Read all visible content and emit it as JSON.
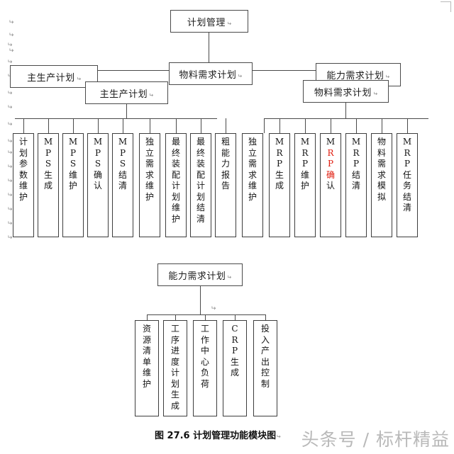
{
  "document": {
    "caption": "图 27.6  计划管理功能模块图",
    "paragraph_mark": "↵",
    "watermark": "头条号 / 标杆精益"
  },
  "diagram": {
    "root": {
      "label": "计划管理"
    },
    "level2": [
      {
        "label": "主生产计划"
      },
      {
        "label": "物料需求计划"
      },
      {
        "label": "能力需求计划"
      }
    ],
    "overlay_boxes": [
      {
        "label": "主生产计划"
      },
      {
        "label": "物料需求计划"
      }
    ],
    "mps_children": [
      {
        "chars": [
          "计",
          "划",
          "参",
          "数",
          "维",
          "护"
        ],
        "colors": [
          "#141414",
          "#141414",
          "#141414",
          "#141414",
          "#141414",
          "#141414"
        ]
      },
      {
        "chars": [
          "M",
          "P",
          "S",
          "生",
          "成"
        ],
        "colors": [
          "#141414",
          "#141414",
          "#141414",
          "#141414",
          "#141414"
        ]
      },
      {
        "chars": [
          "M",
          "P",
          "S",
          "维",
          "护"
        ],
        "colors": [
          "#141414",
          "#141414",
          "#141414",
          "#141414",
          "#141414"
        ]
      },
      {
        "chars": [
          "M",
          "P",
          "S",
          "确",
          "认"
        ],
        "colors": [
          "#141414",
          "#141414",
          "#141414",
          "#141414",
          "#141414"
        ]
      },
      {
        "chars": [
          "M",
          "P",
          "S",
          "结",
          "清"
        ],
        "colors": [
          "#141414",
          "#141414",
          "#141414",
          "#141414",
          "#141414"
        ]
      },
      {
        "chars": [
          "独",
          "立",
          "需",
          "求",
          "维",
          "护"
        ],
        "colors": [
          "#141414",
          "#141414",
          "#141414",
          "#141414",
          "#141414",
          "#141414"
        ]
      },
      {
        "chars": [
          "最",
          "终",
          "装",
          "配",
          "计",
          "划",
          "维",
          "护"
        ],
        "colors": [
          "#141414",
          "#141414",
          "#141414",
          "#141414",
          "#141414",
          "#141414",
          "#141414",
          "#141414"
        ]
      },
      {
        "chars": [
          "最",
          "终",
          "装",
          "配",
          "计",
          "划",
          "结",
          "清"
        ],
        "colors": [
          "#141414",
          "#141414",
          "#141414",
          "#141414",
          "#141414",
          "#141414",
          "#141414",
          "#141414"
        ]
      },
      {
        "chars": [
          "粗",
          "能",
          "力",
          "报",
          "告"
        ],
        "colors": [
          "#141414",
          "#141414",
          "#141414",
          "#141414",
          "#141414"
        ]
      }
    ],
    "mrp_children": [
      {
        "chars": [
          "独",
          "立",
          "需",
          "求",
          "维",
          "护"
        ],
        "colors": [
          "#141414",
          "#141414",
          "#141414",
          "#141414",
          "#141414",
          "#141414"
        ]
      },
      {
        "chars": [
          "M",
          "R",
          "P",
          "生",
          "成"
        ],
        "colors": [
          "#141414",
          "#141414",
          "#141414",
          "#141414",
          "#141414"
        ]
      },
      {
        "chars": [
          "M",
          "R",
          "P",
          "维",
          "护"
        ],
        "colors": [
          "#141414",
          "#141414",
          "#141414",
          "#141414",
          "#141414"
        ]
      },
      {
        "chars": [
          "M",
          "R",
          "P",
          "确",
          "认"
        ],
        "colors": [
          "#141414",
          "#e01b0d",
          "#e01b0d",
          "#e01b0d",
          "#141414"
        ]
      },
      {
        "chars": [
          "M",
          "R",
          "P",
          "结",
          "清"
        ],
        "colors": [
          "#141414",
          "#141414",
          "#141414",
          "#141414",
          "#141414"
        ]
      },
      {
        "chars": [
          "物",
          "料",
          "需",
          "求",
          "模",
          "拟"
        ],
        "colors": [
          "#141414",
          "#141414",
          "#141414",
          "#141414",
          "#141414",
          "#141414"
        ]
      },
      {
        "chars": [
          "M",
          "R",
          "P",
          "任",
          "务",
          "结",
          "清"
        ],
        "colors": [
          "#141414",
          "#141414",
          "#141414",
          "#141414",
          "#141414",
          "#141414",
          "#141414"
        ]
      }
    ],
    "crp_root": {
      "label": "能力需求计划"
    },
    "crp_children": [
      {
        "chars": [
          "资",
          "源",
          "清",
          "单",
          "维",
          "护"
        ],
        "colors": [
          "#141414",
          "#141414",
          "#141414",
          "#141414",
          "#141414",
          "#141414"
        ]
      },
      {
        "chars": [
          "工",
          "序",
          "进",
          "度",
          "计",
          "划",
          "生",
          "成"
        ],
        "colors": [
          "#141414",
          "#141414",
          "#141414",
          "#141414",
          "#141414",
          "#141414",
          "#141414",
          "#141414"
        ]
      },
      {
        "chars": [
          "工",
          "作",
          "中",
          "心",
          "负",
          "荷"
        ],
        "colors": [
          "#141414",
          "#141414",
          "#141414",
          "#141414",
          "#141414",
          "#141414"
        ]
      },
      {
        "chars": [
          "C",
          "R",
          "P",
          "生",
          "成"
        ],
        "colors": [
          "#141414",
          "#141414",
          "#141414",
          "#141414",
          "#141414"
        ]
      },
      {
        "chars": [
          "投",
          "入",
          "产",
          "出",
          "控",
          "制"
        ],
        "colors": [
          "#141414",
          "#141414",
          "#141414",
          "#141414",
          "#141414",
          "#141414"
        ]
      }
    ]
  },
  "colors": {
    "line": "#4a4a4a",
    "text": "#141414",
    "highlight": "#e01b0d",
    "watermark": "#b9b9b9",
    "pilcrow": "#8d8d8d"
  }
}
